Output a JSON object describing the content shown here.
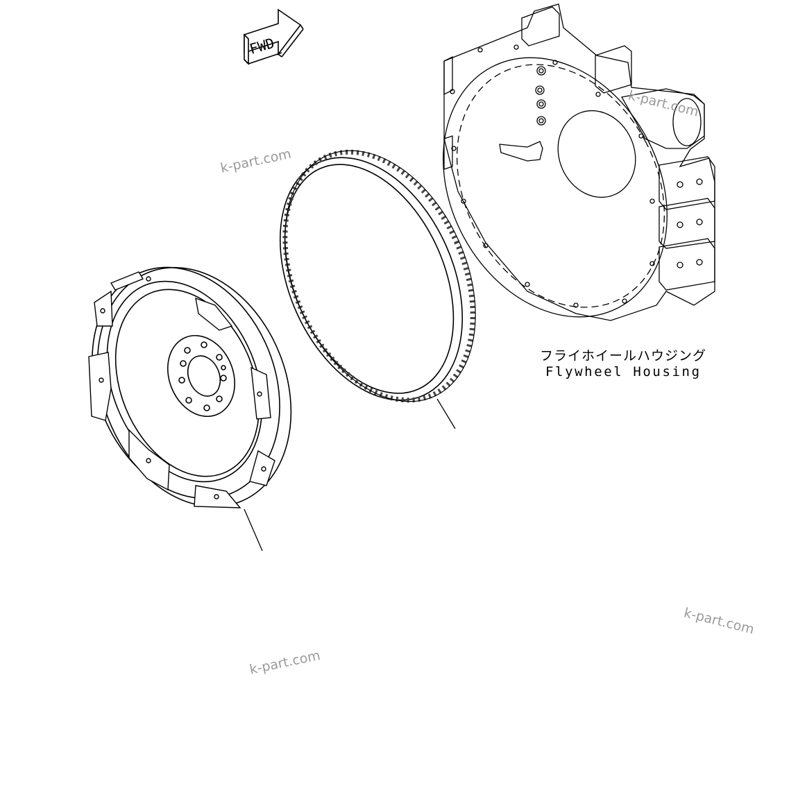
{
  "fwd_marker": {
    "text": "FWD"
  },
  "callout": {
    "japanese": "フライホイールハウジング",
    "english": "Flywheel Housing"
  },
  "watermarks": [
    "k-part.com",
    "k-part.com",
    "k-part.com",
    "k-part.com"
  ],
  "colors": {
    "line": "#000000",
    "watermark": "#9a9a9a",
    "background": "#ffffff"
  }
}
